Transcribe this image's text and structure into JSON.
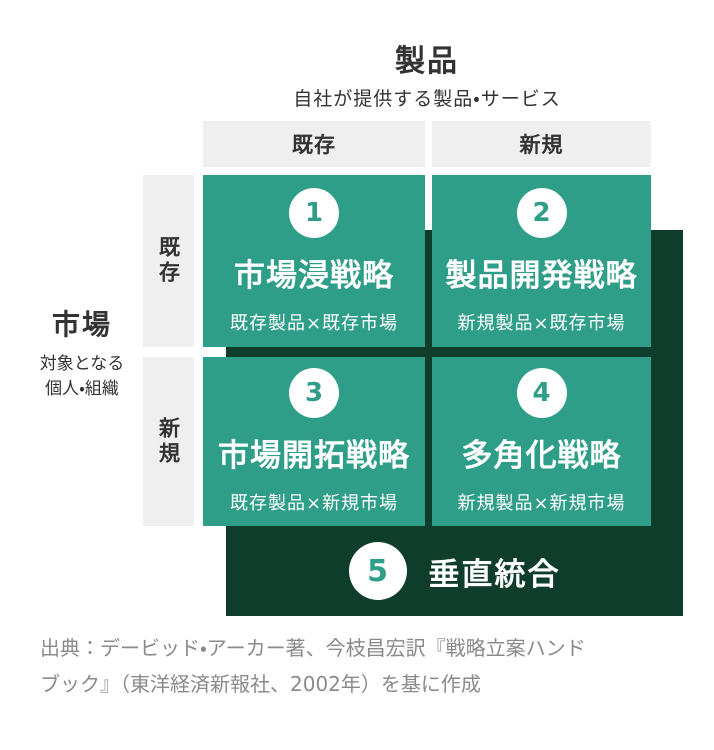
{
  "product_axis": {
    "title": "製品",
    "subtitle": "自社が提供する製品・サービス",
    "col_existing": "既存",
    "col_new": "新規"
  },
  "market_axis": {
    "title": "市場",
    "subtitle_line1": "対象となる",
    "subtitle_line2": "個人・組織",
    "row_existing": "既存",
    "row_new": "新規"
  },
  "quadrants": [
    {
      "number": "1",
      "title": "市場浸戦略",
      "combo": "既存製品×既存市場"
    },
    {
      "number": "2",
      "title": "製品開発戦略",
      "combo": "新規製品×既存市場"
    },
    {
      "number": "3",
      "title": "市場開拓戦略",
      "combo": "既存製品×新規市場"
    },
    {
      "number": "4",
      "title": "多角化戦略",
      "combo": "新規製品×新規市場"
    }
  ],
  "banner": {
    "number": "5",
    "title": "垂直統合"
  },
  "source": {
    "line1": "出典：デービッド・アーカー著、今枝昌宏訳『戦略立案ハンド",
    "line2": "ブック』（東洋経済新報社、2002年）を基に作成"
  },
  "colors": {
    "quadrant_teal": "#2f9e88",
    "backdrop_dark_green": "#0f3d2c",
    "header_gray": "#efefef",
    "heading_text": "#333333",
    "source_text": "#8a8a8a"
  }
}
